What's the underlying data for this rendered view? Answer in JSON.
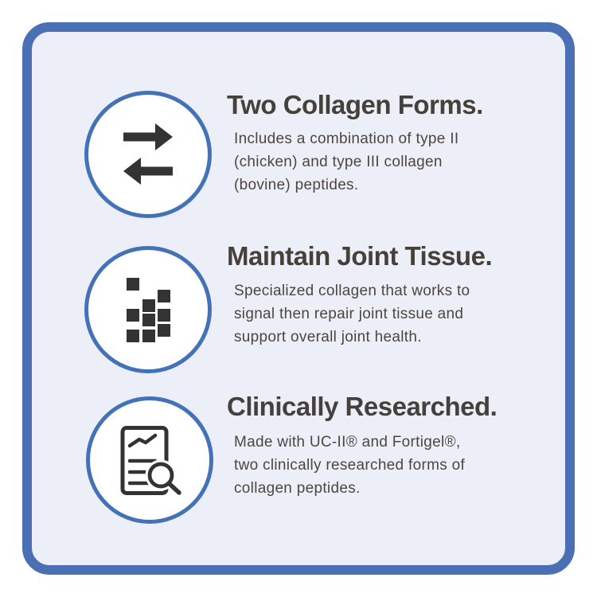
{
  "colors": {
    "page_bg": "#ffffff",
    "card_bg": "#eceff8",
    "card_border": "#4a6fb4",
    "circle_border": "#4472b8",
    "circle_bg": "#ffffff",
    "icon": "#333333",
    "heading_text": "#454039",
    "body_text": "#4d4640"
  },
  "features": [
    {
      "icon": "transfer-arrows-icon",
      "title": "Two Collagen Forms.",
      "description": "Includes a combination of type II (chicken) and type III collagen (bovine) peptides.",
      "lines": [
        "Includes a combination of type II",
        "(chicken) and type III collagen",
        "(bovine) peptides."
      ]
    },
    {
      "icon": "pixel-squares-icon",
      "title": "Maintain Joint Tissue.",
      "description": "Specialized collagen that works to signal then repair joint tissue and support overall joint health.",
      "lines": [
        "Specialized collagen that works to",
        "signal then repair joint tissue and",
        "support overall joint health."
      ]
    },
    {
      "icon": "document-search-icon",
      "title": "Clinically Researched.",
      "description": "Made with UC-II® and Fortigel®, two clinically researched forms of collagen peptides.",
      "lines": [
        "Made with UC-II® and Fortigel®,",
        "two clinically researched forms of",
        "collagen peptides."
      ]
    }
  ]
}
